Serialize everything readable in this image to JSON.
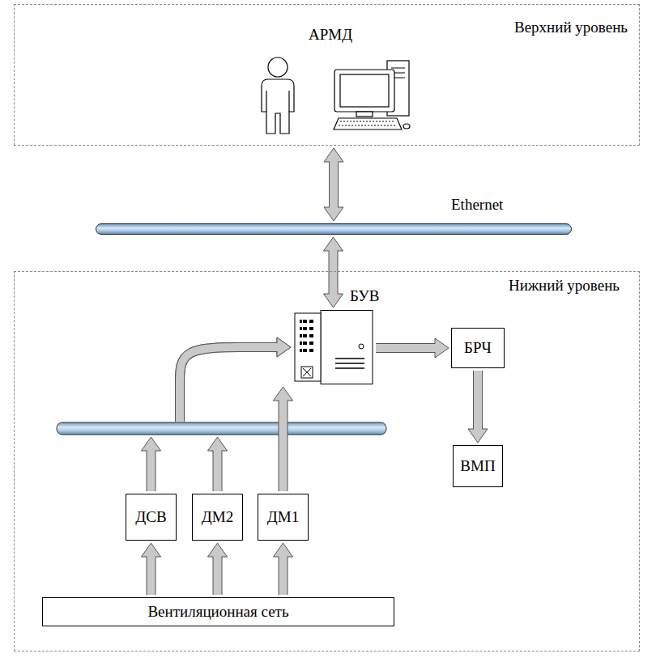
{
  "diagram": {
    "nodes": [
      {
        "text": [
          "Верхний уровень"
        ]
      },
      {
        "text": [
          "Ethernet"
        ]
      },
      {
        "text": [
          "Нижний уровень"
        ]
      },
      {
        "text": [
          "БУВ"
        ],
        "in": 2
      },
      {
        "text": [
          "БРЧ"
        ],
        "in": 2
      },
      {
        "text": [
          "ВМП"
        ],
        "in": 2
      },
      {
        "text": [
          "ДСВ"
        ],
        "in": 2
      },
      {
        "text": [
          "ДМ2"
        ],
        "in": 2
      },
      {
        "text": [
          "ДМ1"
        ],
        "in": 2
      },
      {
        "text": [
          "Вентиляционная сеть"
        ],
        "in": 2
      }
    ],
    "edges": [
      {
        "from": 1,
        "to": 0,
        "arrow": "both"
      },
      {
        "from": 1,
        "to": 3,
        "arrow": "both"
      },
      {
        "from": 3,
        "to": 4,
        "arrow": "to"
      },
      {
        "from": 4,
        "to": 5,
        "arrow": "to"
      },
      {
        "from": 6,
        "to": 3,
        "arrow": "to"
      },
      {
        "from": 7,
        "to": 3,
        "arrow": "to"
      },
      {
        "from": 8,
        "to": 3,
        "arrow": "to"
      },
      {
        "from": 9,
        "to": 6,
        "arrow": "to"
      },
      {
        "from": 9,
        "to": 7,
        "arrow": "to"
      },
      {
        "from": 9,
        "to": 8,
        "arrow": "to"
      }
    ],
    "labels": [
      "АРМД"
    ]
  }
}
